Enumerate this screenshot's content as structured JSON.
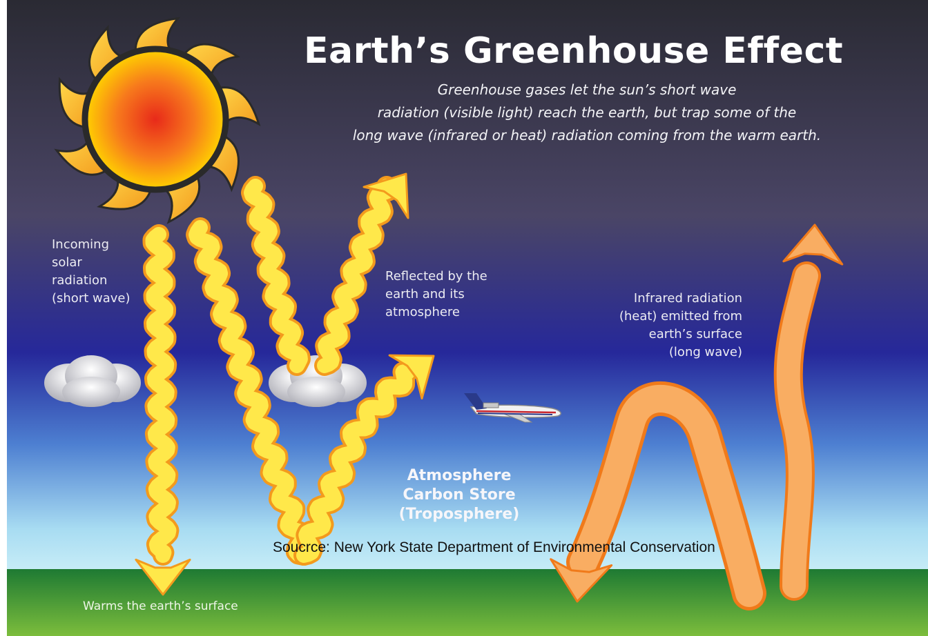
{
  "title": "Earth’s Greenhouse Effect",
  "subtitle_lines": [
    "Greenhouse gases let the sun’s short wave",
    "radiation (visible light) reach the earth, but trap some of the",
    "long wave (infrared or heat) radiation coming from the warm earth."
  ],
  "labels": {
    "incoming": [
      "Incoming",
      "solar",
      "radiation",
      "(short wave)"
    ],
    "reflected": [
      "Reflected by the",
      "earth and its",
      "atmosphere"
    ],
    "infrared": [
      "Infrared radiation",
      "(heat) emitted from",
      "earth’s surface",
      "(long wave)"
    ],
    "atmosphere": [
      "Atmosphere",
      "Carbon Store",
      "(Troposphere)"
    ],
    "warms": "Warms the earth’s surface"
  },
  "source": "Soucrce: New York State Department of Environmental Conservation",
  "colors": {
    "sky_top": "#2a2a33",
    "sky_mid": "#4a4566",
    "sky_blue": "#26289a",
    "sky_horizon": "#a8dcf2",
    "ground_top": "#1e7a33",
    "ground_bottom": "#7cbd3c",
    "sun_core": "#e82a1a",
    "sun_outer": "#ffd200",
    "ray_fill": "#f9b233",
    "short_wave_fill": "#ffe84a",
    "short_wave_edge": "#f39a1d",
    "long_wave_fill": "#f9ad62",
    "long_wave_edge": "#f07a1a"
  },
  "icons": [
    "sun-icon",
    "cloud-icon",
    "airplane-icon",
    "arrow-icon"
  ]
}
